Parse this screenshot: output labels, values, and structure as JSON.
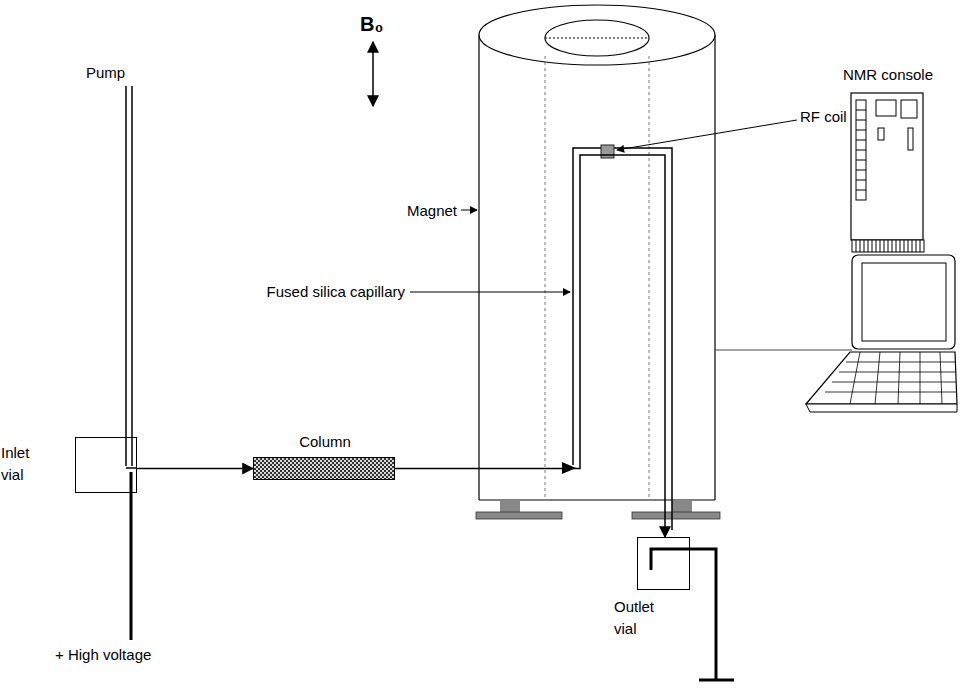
{
  "diagram": {
    "nodes": [
      {
        "text": [
          "Inlet vial"
        ]
      },
      {
        "text": [
          "Column"
        ]
      },
      {
        "text": [
          "Outlet vial"
        ]
      }
    ],
    "edges": [
      {
        "from": 0,
        "to": 1,
        "arrow": "to"
      },
      {
        "from": 1,
        "to": 2,
        "arrow": "to"
      }
    ],
    "labels": [
      "B₀",
      "RF coil",
      "Magnet",
      "NMR console",
      "Fused silica capillary",
      "Pump",
      "+ High voltage"
    ]
  }
}
